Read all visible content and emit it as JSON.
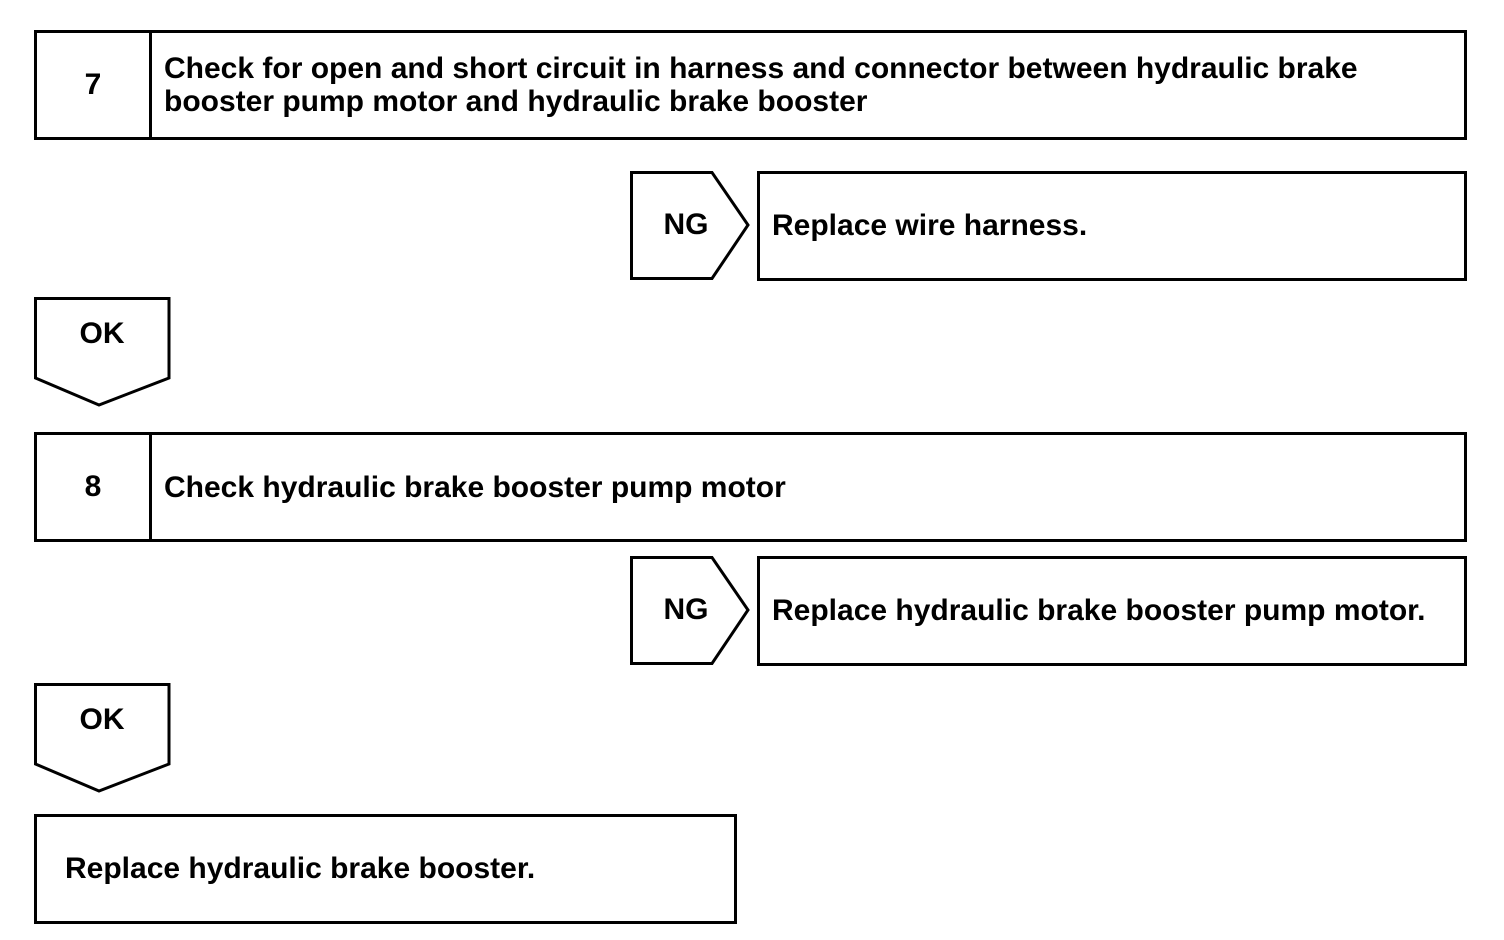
{
  "steps": [
    {
      "number": "7",
      "title": "Check for open and short circuit in harness and connector between hydraulic brake booster pump motor and hydraulic brake booster",
      "ng_label": "NG",
      "ng_action": "Replace wire harness.",
      "ok_label": "OK"
    },
    {
      "number": "8",
      "title": "Check hydraulic brake booster pump motor",
      "ng_label": "NG",
      "ng_action": "Replace hydraulic brake booster pump motor.",
      "ok_label": "OK"
    }
  ],
  "final_action": "Replace hydraulic brake booster."
}
